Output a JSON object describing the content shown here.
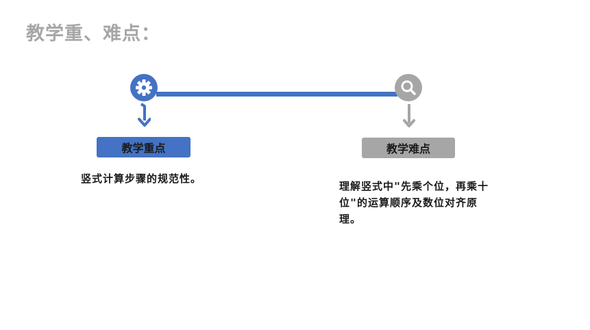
{
  "header": {
    "title": "教学重、难点："
  },
  "key_point": {
    "label": "教学重点",
    "description": "竖式计算步骤的规范性。",
    "color": "#4472c4",
    "icon": "gear-icon"
  },
  "difficult_point": {
    "label": "教学难点",
    "description": "理解竖式中\"先乘个位，再乘十位\"的运算顺序及数位对齐原理。",
    "color": "#a6a6a6",
    "icon": "magnifier-icon"
  },
  "colors": {
    "title": "#a6a6a6",
    "accent_blue": "#4472c4",
    "accent_gray": "#a6a6a6"
  }
}
